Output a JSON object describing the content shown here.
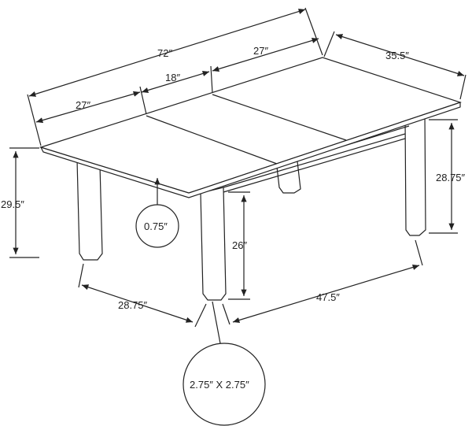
{
  "dimensions": {
    "overall_length": "72″",
    "leaf_left": "27″",
    "leaf_middle": "18″",
    "leaf_right": "27″",
    "width": "35.5″",
    "height": "29.5″",
    "back_height": "28.75″",
    "top_thickness": "0.75″",
    "apron_clearance": "26″",
    "leg_span_width": "28.75″",
    "leg_span_length": "47.5″",
    "leg_size": "2.75″ X 2.75″"
  }
}
